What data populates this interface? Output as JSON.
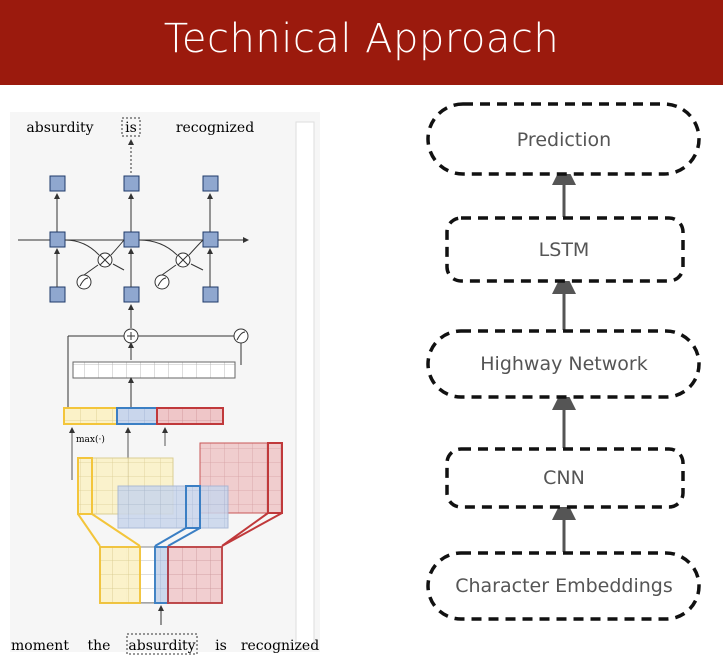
{
  "slide": {
    "title": "Technical Approach"
  },
  "left_figure": {
    "top_words": [
      "absurdity",
      "is",
      "recognized"
    ],
    "bottom_words": [
      "moment",
      "the",
      "absurdity",
      "is",
      "recognized"
    ],
    "max_label": "max(·)",
    "colors": {
      "lstm_box": "#8fa7cf",
      "yellow": "#f3c53b",
      "blue": "#3b7fc4",
      "red": "#c0393b"
    }
  },
  "flow": {
    "boxes": [
      "Prediction",
      "LSTM",
      "Highway Network",
      "CNN",
      "Character Embeddings"
    ]
  },
  "colors": {
    "title_bar": "#9b1a0d",
    "flow_text": "#555555"
  }
}
